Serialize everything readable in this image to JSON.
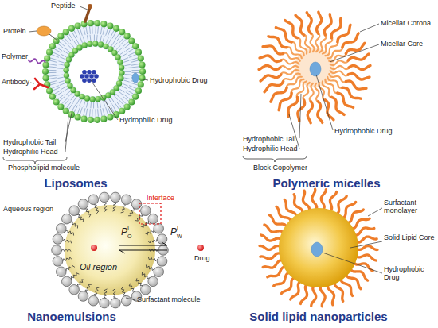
{
  "diagram": {
    "nodes": [
      {
        "text": [
          "Liposomes"
        ]
      },
      {
        "text": [
          "Polymeric micelles"
        ]
      },
      {
        "text": [
          "Nanoemulsions"
        ]
      },
      {
        "text": [
          "Solid lipid nanoparticles"
        ]
      }
    ],
    "labels": [
      "Peptide",
      "Protein",
      "Polymer",
      "Antibody",
      "Hydrophilic Drug",
      "Hydrophobic Drug",
      "Hydrophobic Tail",
      "Hydrophilic Head",
      "Phospholipid molecule",
      "Micellar Corona",
      "Micellar Core",
      "Hydrophobic Drug",
      "Hydrophobic Tail",
      "Hydrophilic Head",
      "Block Copolymer",
      "Aqueous region",
      "Interface",
      "P",
      "O",
      "I",
      "P",
      "W",
      "I",
      "Oil region",
      "Drug",
      "Surfactant molecule",
      "Surfactant monolayer",
      "Solid Lipid Core",
      "Hydrophobic Drug"
    ]
  }
}
